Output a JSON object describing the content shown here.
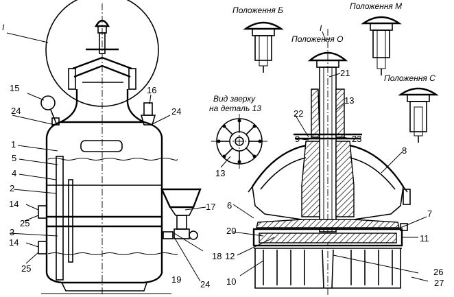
{
  "captions": {
    "position_b": "Положення Б",
    "position_m": "Положення М",
    "position_o": "Положення О",
    "position_c": "Положення С",
    "top_view_line1": "Вид зверху",
    "top_view_line2": "на деталь 13",
    "detail_mark_left": "I",
    "detail_mark_right": "I"
  },
  "labels": {
    "n1": "1",
    "n2": "2",
    "n3": "3",
    "n4": "4",
    "n5": "5",
    "n6": "6",
    "n7": "7",
    "n8": "8",
    "n9": "9",
    "n10": "10",
    "n11": "11",
    "n12": "12",
    "n13": "13",
    "n13b": "13",
    "n14a": "14",
    "n14b": "14",
    "n15": "15",
    "n16": "16",
    "n17": "17",
    "n18": "18",
    "n19": "19",
    "n20": "20",
    "n21": "21",
    "n22": "22",
    "n23": "23",
    "n24a": "24",
    "n24b": "24",
    "n24c": "24",
    "n25a": "25",
    "n25b": "25",
    "n26": "26",
    "n27": "27"
  }
}
